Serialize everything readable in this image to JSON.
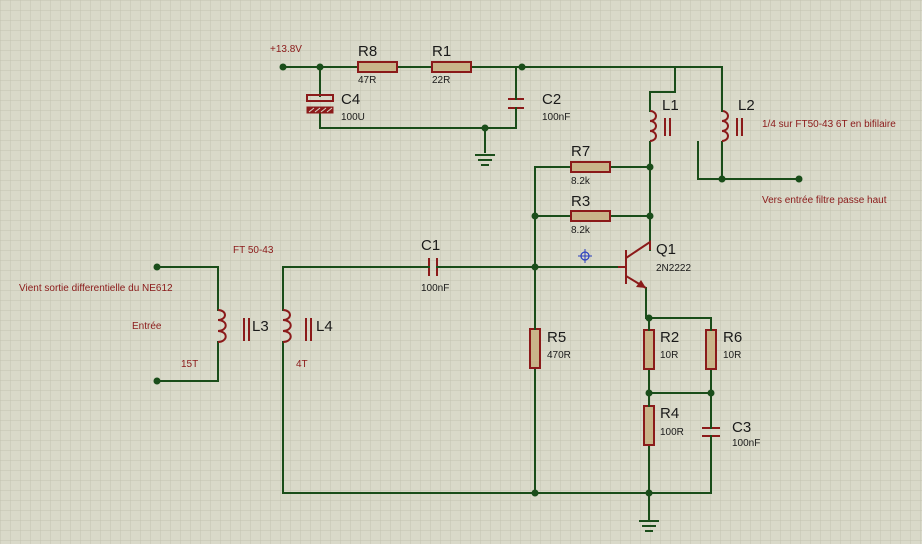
{
  "colors": {
    "background": "#d9d9c9",
    "grid": "#c3c3b1",
    "wire": "#1a4d1a",
    "component": "#8b1a1a",
    "resistor_body": "#c9b58a",
    "note_text": "#8b1a1a"
  },
  "supply": {
    "label": "+13.8V"
  },
  "components": {
    "R8": {
      "ref": "R8",
      "value": "47R"
    },
    "R1": {
      "ref": "R1",
      "value": "22R"
    },
    "C4": {
      "ref": "C4",
      "value": "100U"
    },
    "C2": {
      "ref": "C2",
      "value": "100nF"
    },
    "L1": {
      "ref": "L1"
    },
    "L2": {
      "ref": "L2"
    },
    "R7": {
      "ref": "R7",
      "value": "8.2k"
    },
    "R3": {
      "ref": "R3",
      "value": "8.2k"
    },
    "C1": {
      "ref": "C1",
      "value": "100nF"
    },
    "Q1": {
      "ref": "Q1",
      "value": "2N2222"
    },
    "R5": {
      "ref": "R5",
      "value": "470R"
    },
    "R2": {
      "ref": "R2",
      "value": "10R"
    },
    "R6": {
      "ref": "R6",
      "value": "10R"
    },
    "R4": {
      "ref": "R4",
      "value": "100R"
    },
    "C3": {
      "ref": "C3",
      "value": "100nF"
    },
    "L3": {
      "ref": "L3",
      "turns": "15T"
    },
    "L4": {
      "ref": "L4",
      "turns": "4T"
    }
  },
  "notes": {
    "l2_core": "1/4 sur FT50-43   6T en bifilaire",
    "output": "Vers entrée filtre passe haut",
    "transformer_core": "FT 50-43",
    "input_source": "Vient sortie differentielle du NE612",
    "input": "Entrée"
  }
}
